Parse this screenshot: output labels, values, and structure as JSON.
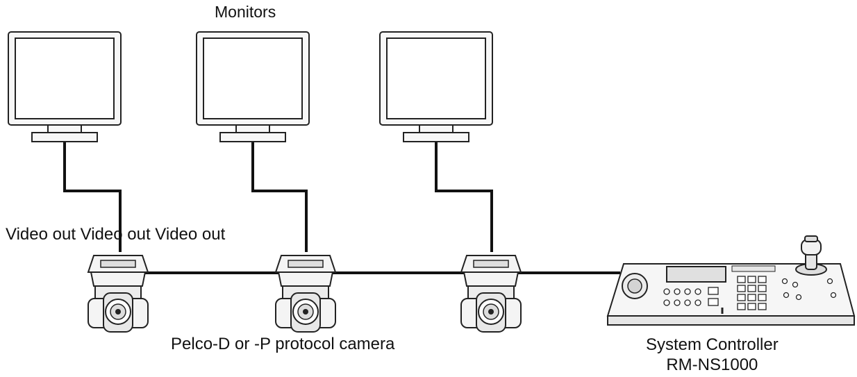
{
  "labels": {
    "monitors": "Monitors",
    "video_out_row": "Video out Video out Video out",
    "camera": "Pelco-D or -P protocol camera",
    "controller_line1": "System Controller",
    "controller_line2": "RM-NS1000"
  },
  "devices": {
    "monitor_count": 3,
    "camera_count": 3,
    "controller_count": 1
  },
  "colors": {
    "line": "#111111",
    "device_fill": "#f4f4f4",
    "stroke": "#222222"
  }
}
